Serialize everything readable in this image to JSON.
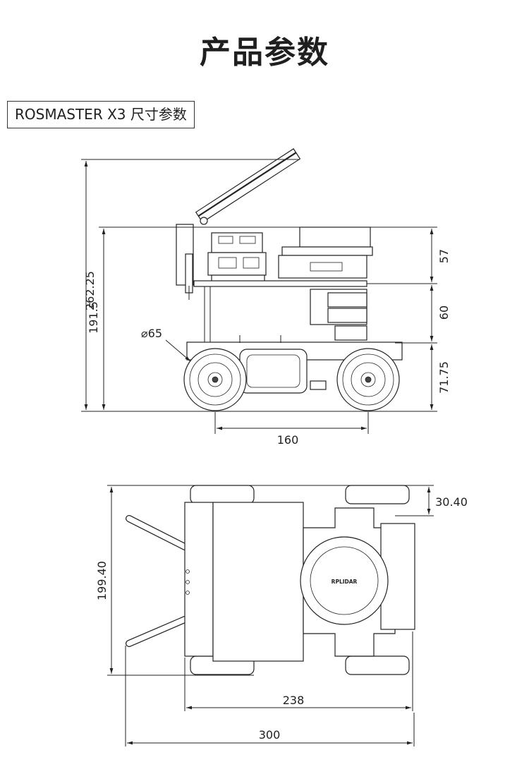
{
  "page": {
    "title": "产品参数",
    "section_label": "ROSMASTER X3 尺寸参数"
  },
  "side_view": {
    "dim_total_height": "262.25",
    "dim_body_height": "191.5",
    "dim_wheel_diameter": "⌀65",
    "dim_top_layer": "57",
    "dim_mid_layer": "60",
    "dim_base_layer": "71.75",
    "dim_wheelbase": "160"
  },
  "top_view": {
    "dim_width": "199.40",
    "dim_wheel_offset": "30.40",
    "dim_body_length": "238",
    "dim_total_length": "300",
    "lidar_label": "RPLIDAR"
  }
}
